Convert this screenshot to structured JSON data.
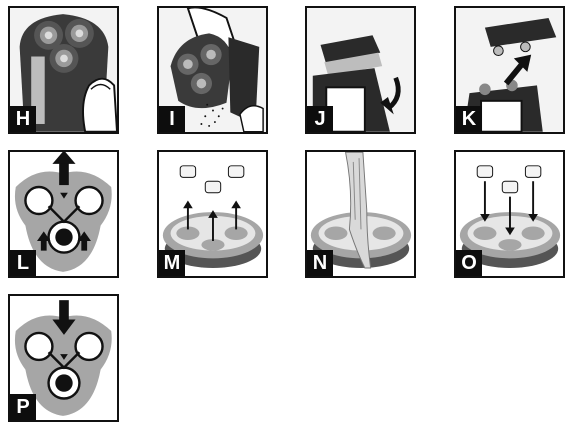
{
  "panels": {
    "h": {
      "label": "H"
    },
    "i": {
      "label": "I"
    },
    "j": {
      "label": "J"
    },
    "k": {
      "label": "K"
    },
    "l": {
      "label": "L"
    },
    "m": {
      "label": "M"
    },
    "n": {
      "label": "N"
    },
    "o": {
      "label": "O"
    },
    "p": {
      "label": "P"
    }
  },
  "colors": {
    "frame": "#111111",
    "label_bg": "#0d0d0d",
    "label_text": "#ffffff",
    "shaver_gray": "#a6a6a6",
    "dark": "#2a2a2a",
    "light": "#e6e6e6"
  }
}
